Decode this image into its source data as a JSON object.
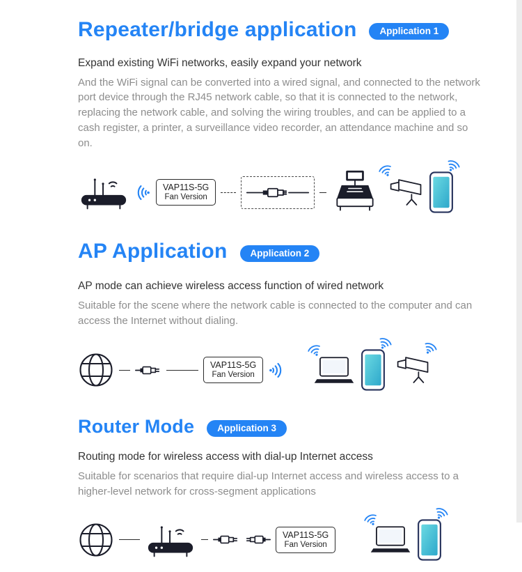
{
  "page": {
    "accent_blue": "#2484f5",
    "icon_dark": "#1b1d2a",
    "screen_teal": "#3fb9cf",
    "body_text_gray": "#8d8d8d"
  },
  "device_label": {
    "line1": "VAP11S-5G",
    "line2": "Fan Version"
  },
  "sections": [
    {
      "title": "Repeater/bridge application",
      "badge": "Application 1",
      "subtitle": "Expand existing WiFi networks,  easily expand your network",
      "body": "And the WiFi signal can be converted into a wired signal, and connected to the network port device through the RJ45 network cable, so that it is connected to the network, replacing the network cable, and solving the wiring troubles, and can be applied to a cash register, a printer, a surveillance video recorder, an attendance machine and so on."
    },
    {
      "title": "AP Application",
      "badge": "Application 2",
      "subtitle": "AP mode can achieve wireless access function of wired network",
      "body": "Suitable for the scene where the network cable is connected to the computer and can access the Internet without dialing."
    },
    {
      "title": "Router Mode",
      "badge": "Application 3",
      "subtitle": "Routing mode for wireless access with dial-up Internet access",
      "body": "Suitable for scenarios that require dial-up Internet access and wireless access to a higher-level network for cross-segment applications"
    }
  ],
  "icons": {
    "wifi-signal-icon": "three concentric arcs with dot",
    "router-icon": "wifi router with two antennas",
    "globe-icon": "wireframe internet globe",
    "cash-register-icon": "cash register / POS terminal",
    "cctv-camera-icon": "surveillance camera on mount",
    "phone-icon": "smartphone with teal screen",
    "laptop-icon": "laptop computer",
    "rj45-plug-icon": "network cable RJ45 plug",
    "rj45-cable-icon": "cable with RJ45 connector"
  }
}
